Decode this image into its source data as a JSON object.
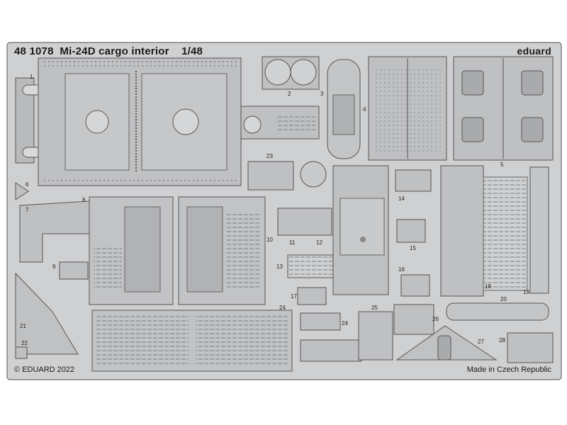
{
  "header": {
    "product_code": "48 1078",
    "title": "Mi-24D cargo interior",
    "scale": "1/48",
    "brand": "eduard"
  },
  "footer": {
    "copyright": "© EDUARD 2022",
    "origin": "Made in Czech Republic"
  },
  "part_numbers": [
    "1",
    "2",
    "3",
    "4",
    "5",
    "6",
    "7",
    "8",
    "9",
    "10",
    "11",
    "12",
    "13",
    "14",
    "15",
    "16",
    "17",
    "18",
    "19",
    "20",
    "21",
    "22",
    "23",
    "24",
    "25",
    "26",
    "27",
    "28"
  ],
  "colors": {
    "fret": "#cfd0d1",
    "part": "#b9babc",
    "outline": "#5a5b5d",
    "text": "#1a1a1a"
  }
}
